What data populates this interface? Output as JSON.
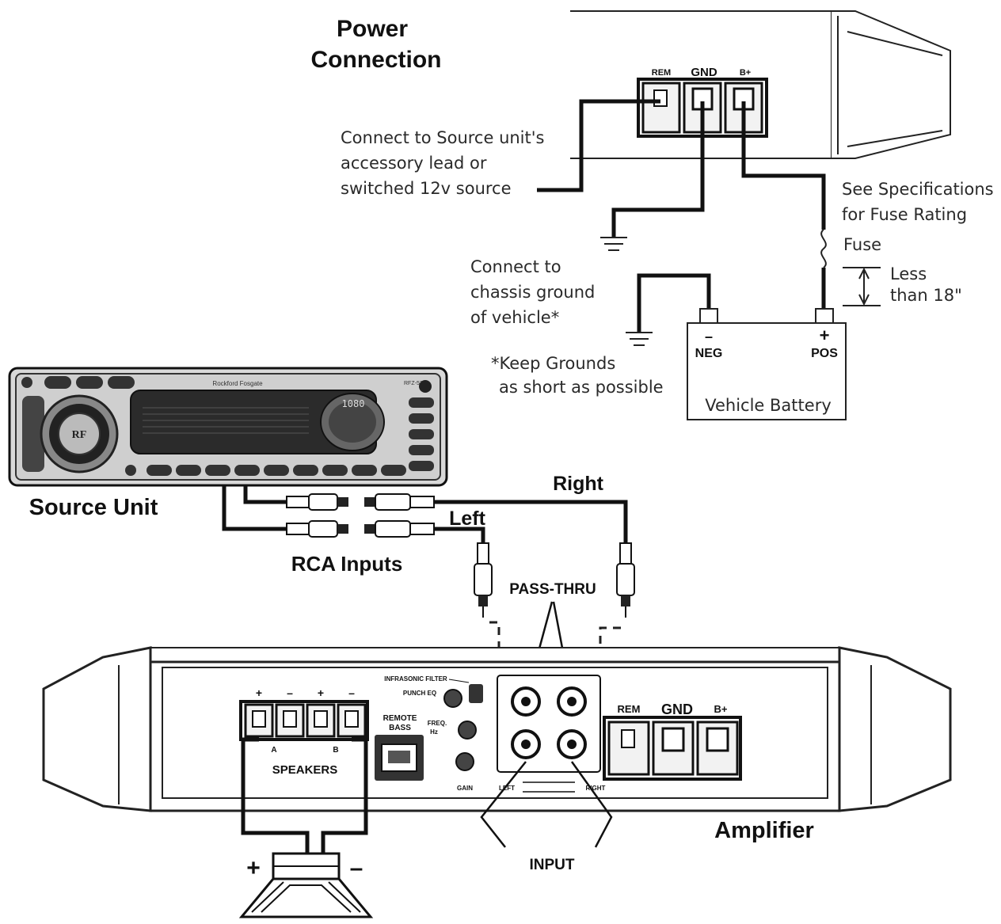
{
  "power": {
    "title_line1": "Power",
    "title_line2": "Connection",
    "terminals": {
      "rem": "REM",
      "gnd": "GND",
      "bplus": "B+"
    },
    "note_source": [
      "Connect to Source unit's",
      "accessory lead or",
      "switched 12v source"
    ],
    "note_specs": [
      "See Specifications",
      "for Fuse Rating"
    ],
    "fuse": "Fuse",
    "less_than": [
      "Less",
      "than 18\""
    ],
    "note_chassis": [
      "Connect to",
      "chassis ground",
      "of vehicle*"
    ],
    "note_keep": [
      "*Keep Grounds",
      "as short as possible"
    ]
  },
  "battery": {
    "neg_sign": "–",
    "pos_sign": "+",
    "neg": "NEG",
    "pos": "POS",
    "label": "Vehicle Battery"
  },
  "source_unit": {
    "label": "Source Unit",
    "model": "RFZ-5320",
    "brand": "Rockford Fosgate"
  },
  "rca": {
    "label": "RCA Inputs",
    "right": "Right",
    "left": "Left"
  },
  "amplifier": {
    "label": "Amplifier",
    "pass_thru": "PASS-THRU",
    "input": "INPUT",
    "speakers": "SPEAKERS",
    "speaker_a": "A",
    "speaker_b": "B",
    "speaker_signs": [
      "+",
      "–",
      "+",
      "–"
    ],
    "remote_bass": [
      "REMOTE",
      "BASS"
    ],
    "infrasonic": "INFRASONIC FILTER",
    "punch_eq": "PUNCH EQ",
    "freq": [
      "FREQ.",
      "Hz"
    ],
    "gain": "GAIN",
    "left_label": "LEFT",
    "right_label": "RIGHT",
    "rem": "REM",
    "gnd": "GND",
    "bplus": "B+"
  },
  "speaker": {
    "plus": "+",
    "minus": "–"
  }
}
